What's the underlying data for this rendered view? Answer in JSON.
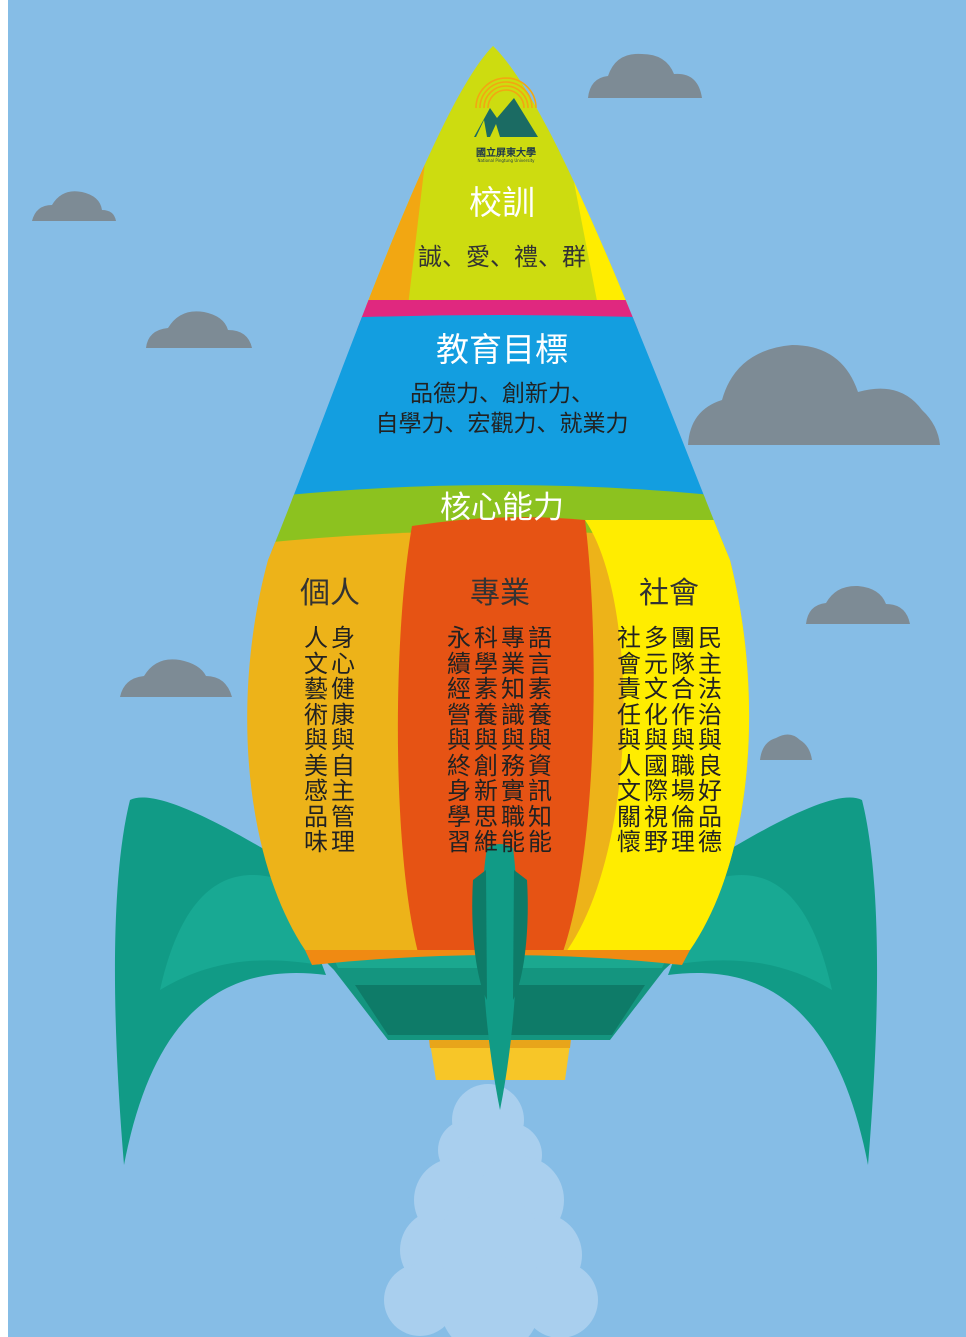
{
  "logo": {
    "name_zh": "國立屏東大學",
    "name_en": "National Pingtung University"
  },
  "motto": {
    "title": "校訓",
    "values": "誠、愛、禮、群"
  },
  "goals": {
    "title": "教育目標",
    "line1": "品德力、創新力、",
    "line2": "自學力、宏觀力、就業力"
  },
  "core": {
    "title": "核心能力"
  },
  "personal": {
    "title": "個人",
    "items": [
      "身心健康與自主管理",
      "人文藝術與美感品味"
    ]
  },
  "professional": {
    "title": "專業",
    "items": [
      "語言素養與資訊知能",
      "專業知識與務實職能",
      "科學素養與創新思維",
      "永續經營與終身學習"
    ]
  },
  "social": {
    "title": "社會",
    "items": [
      "民主法治與良好品德",
      "團隊合作與職場倫理",
      "多元文化與國際視野",
      "社會責任與人文關懷"
    ]
  },
  "colors": {
    "sky": "#86bde6",
    "cloud": "#7d8b95",
    "nose_yellow": "#cddc10",
    "pink": "#e0287f",
    "blue": "#139ee0",
    "green": "#8cc21f",
    "orange": "#edb319",
    "red": "#e65314",
    "yellow": "#ffed00",
    "teal": "#119b86"
  }
}
